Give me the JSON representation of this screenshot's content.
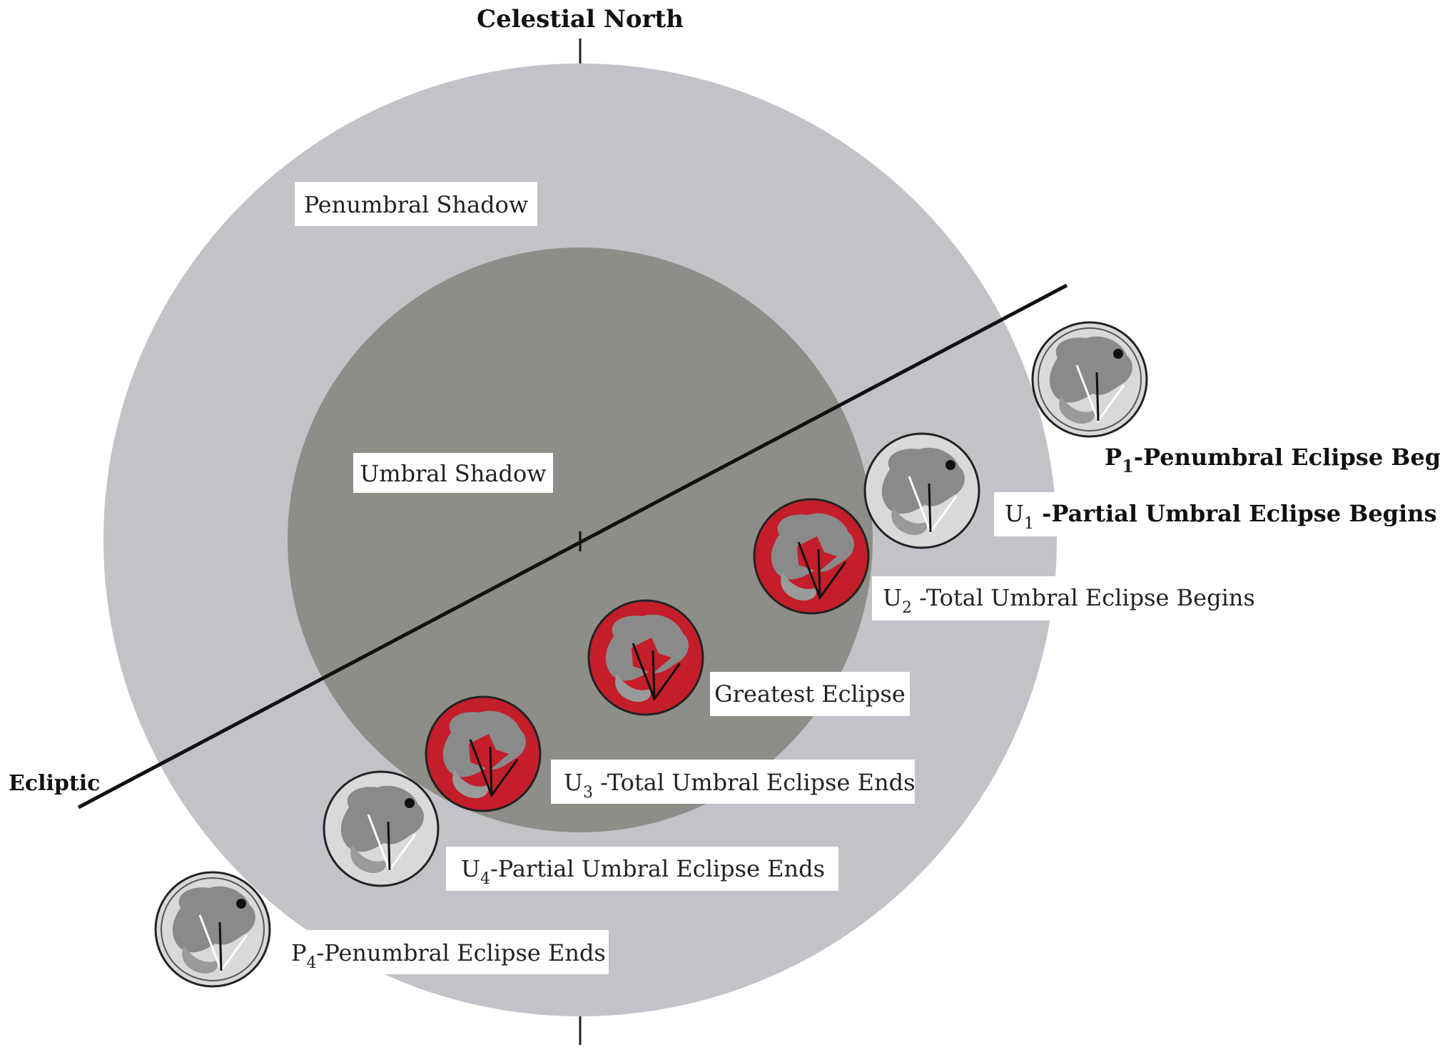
{
  "axis_labels": {
    "north": "Celestial North",
    "ecliptic": "Ecliptic"
  },
  "regions": {
    "penumbra": "Penumbral Shadow",
    "umbra": "Umbral Shadow"
  },
  "contacts": [
    {
      "id": "p1",
      "prefix": "P",
      "sub": "1",
      "text": "-Penumbral Eclipse Begins",
      "state": "penumbral"
    },
    {
      "id": "u1",
      "prefix": "U",
      "sub": "1",
      "text": " -Partial Umbral Eclipse Begins",
      "state": "partial"
    },
    {
      "id": "u2",
      "prefix": "U",
      "sub": "2",
      "text": " -Total Umbral Eclipse Begins",
      "state": "total"
    },
    {
      "id": "greatest",
      "prefix": "",
      "sub": "",
      "text": "Greatest Eclipse",
      "state": "total"
    },
    {
      "id": "u3",
      "prefix": "U",
      "sub": "3",
      "text": " -Total Umbral Eclipse Ends",
      "state": "total"
    },
    {
      "id": "u4",
      "prefix": "U",
      "sub": "4",
      "text": "-Partial Umbral Eclipse Ends",
      "state": "partial"
    },
    {
      "id": "p4",
      "prefix": "P",
      "sub": "4",
      "text": "-Penumbral Eclipse Ends",
      "state": "penumbral"
    }
  ],
  "colors": {
    "penumbra": "#c4c2c9",
    "umbra": "#8e8e88",
    "eclipsed_moon": "#c41e2a",
    "moon_surface": "#d9d9d9",
    "maria": "#8a8a8a"
  }
}
